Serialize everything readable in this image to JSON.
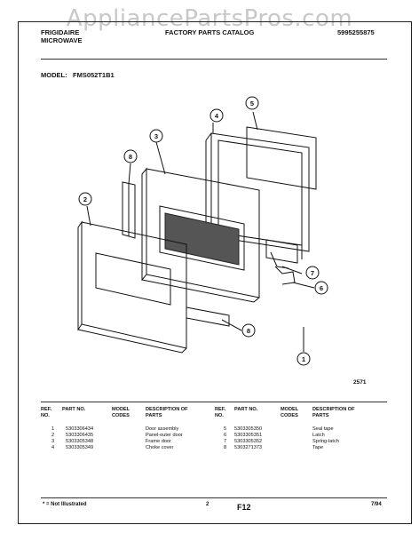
{
  "watermark": "AppliancePartsPros.com",
  "header": {
    "brand_line1": "FRIGIDAIRE",
    "brand_line2": "MICROWAVE",
    "catalog_title": "FACTORY PARTS CATALOG",
    "catalog_number": "5995255875",
    "model_label": "MODEL:",
    "model_value": "FMS052T1B1"
  },
  "diagram": {
    "callouts": [
      "1",
      "2",
      "3",
      "4",
      "5",
      "6",
      "7",
      "8",
      "8"
    ],
    "drawing_number": "2571"
  },
  "table": {
    "headers": {
      "ref": "REF. NO.",
      "part": "PART NO.",
      "model": "MODEL CODES",
      "desc": "DESCRIPTION OF PARTS"
    },
    "left_rows": [
      {
        "ref": "1",
        "part": "5303306434",
        "desc": "Door assembly"
      },
      {
        "ref": "2",
        "part": "5303306435",
        "desc": "Panel-outer door"
      },
      {
        "ref": "3",
        "part": "5303305348",
        "desc": "Frame door"
      },
      {
        "ref": "4",
        "part": "5303305349",
        "desc": "Choke cover"
      }
    ],
    "right_rows": [
      {
        "ref": "5",
        "part": "5303305350",
        "desc": "Seal tape"
      },
      {
        "ref": "6",
        "part": "5303305351",
        "desc": "Latch"
      },
      {
        "ref": "7",
        "part": "5303305352",
        "desc": "Spring-latch"
      },
      {
        "ref": "8",
        "part": "5303271373",
        "desc": "Tape"
      }
    ]
  },
  "footer": {
    "note": "* = Not Illustrated",
    "page_number": "2",
    "section": "F12",
    "date": "7/94"
  }
}
